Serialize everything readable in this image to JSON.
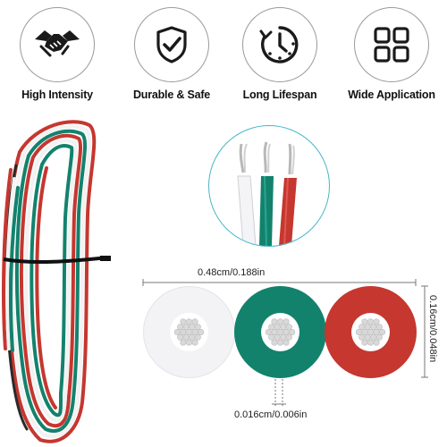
{
  "features": [
    {
      "icon": "handshake-icon",
      "label": "High Intensity"
    },
    {
      "icon": "shield-check-icon",
      "label": "Durable & Safe"
    },
    {
      "icon": "clock-cycle-icon",
      "label": "Long Lifespan"
    },
    {
      "icon": "grid-icon",
      "label": "Wide Application"
    }
  ],
  "dimensions": {
    "width": "0.48cm/0.188in",
    "height": "0.16cm/0.048in",
    "strand": "0.016cm/0.006in"
  },
  "colors": {
    "wire_white": "#f3f3f6",
    "wire_green": "#13826d",
    "wire_red": "#c5372f",
    "icon_dark": "#1a1a1a",
    "accent_teal": "#47b6c8"
  }
}
